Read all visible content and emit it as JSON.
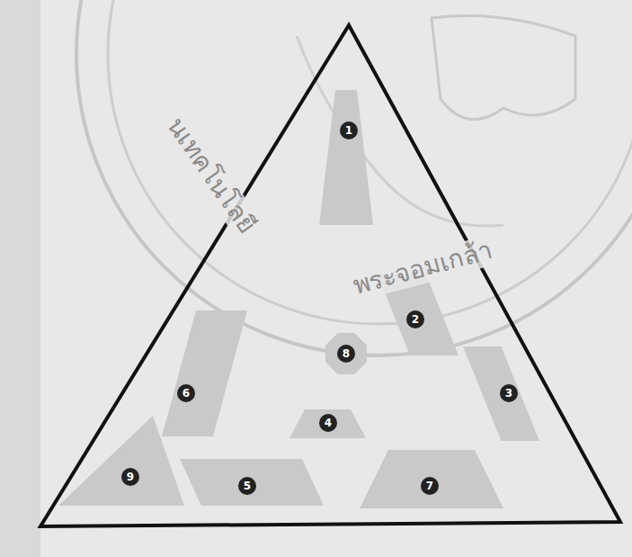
{
  "diagram": {
    "nodes": [
      {
        "text": [
          "1"
        ]
      },
      {
        "text": [
          "2"
        ]
      },
      {
        "text": [
          "8"
        ]
      },
      {
        "text": [
          "6"
        ]
      },
      {
        "text": [
          "3"
        ]
      },
      {
        "text": [
          "4"
        ]
      },
      {
        "text": [
          "9"
        ]
      },
      {
        "text": [
          "5"
        ]
      },
      {
        "text": [
          "7"
        ]
      }
    ],
    "labels": [
      "นเทคโนโลยี",
      "พระจอมเกล้า"
    ]
  }
}
